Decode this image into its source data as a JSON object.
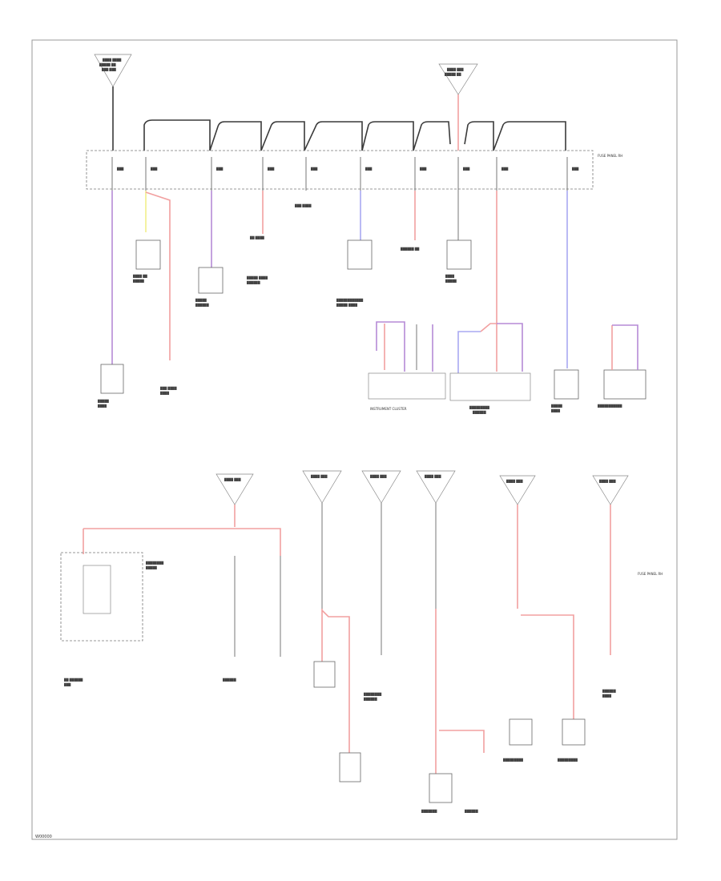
{
  "diagram": {
    "footer_code": "W00000",
    "fuse_panel_label": "FUSE PANEL RH",
    "fuse_panel_label_lower": "FUSE PANEL RH",
    "instrument_cluster": "INSTRUMENT CLUSTER",
    "wire_colors": {
      "black": "#3a3a3a",
      "pink": "#f2a0a0",
      "violet": "#b58ad6",
      "blue": "#a9a9f2",
      "yellow": "#f1ee8a"
    }
  }
}
